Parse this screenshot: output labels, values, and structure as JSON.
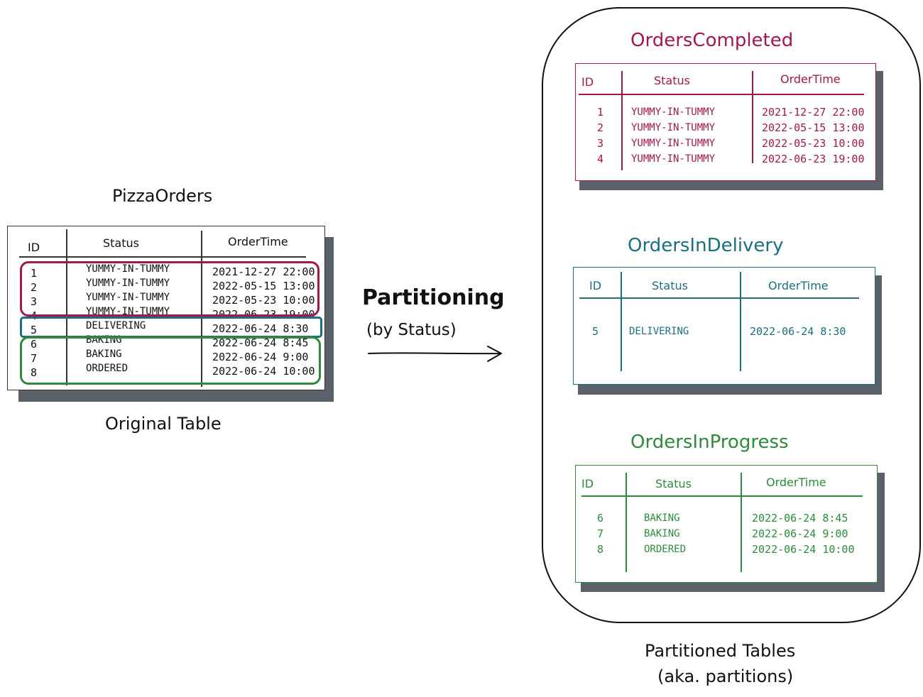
{
  "original": {
    "title": "PizzaOrders",
    "caption": "Original Table",
    "headers": {
      "id": "ID",
      "status": "Status",
      "time": "OrderTime"
    },
    "rows": [
      {
        "id": "1",
        "status": "YUMMY-IN-TUMMY",
        "time": "2021-12-27 22:00"
      },
      {
        "id": "2",
        "status": "YUMMY-IN-TUMMY",
        "time": "2022-05-15 13:00"
      },
      {
        "id": "3",
        "status": "YUMMY-IN-TUMMY",
        "time": "2022-05-23 10:00"
      },
      {
        "id": "4",
        "status": "YUMMY-IN-TUMMY",
        "time": "2022-06-23 19:00"
      },
      {
        "id": "5",
        "status": "DELIVERING",
        "time": "2022-06-24 8:30"
      },
      {
        "id": "6",
        "status": "BAKING",
        "time": "2022-06-24 8:45"
      },
      {
        "id": "7",
        "status": "BAKING",
        "time": "2022-06-24 9:00"
      },
      {
        "id": "8",
        "status": "ORDERED",
        "time": "2022-06-24 10:00"
      }
    ]
  },
  "arrow": {
    "label": "Partitioning",
    "sublabel": "(by Status)"
  },
  "partitions_caption": {
    "line1": "Partitioned Tables",
    "line2": "(aka. partitions)"
  },
  "partitions": [
    {
      "title": "OrdersCompleted",
      "color": "#a3174f",
      "headers": {
        "id": "ID",
        "status": "Status",
        "time": "OrderTime"
      },
      "rows": [
        {
          "id": "1",
          "status": "YUMMY-IN-TUMMY",
          "time": "2021-12-27 22:00"
        },
        {
          "id": "2",
          "status": "YUMMY-IN-TUMMY",
          "time": "2022-05-15 13:00"
        },
        {
          "id": "3",
          "status": "YUMMY-IN-TUMMY",
          "time": "2022-05-23 10:00"
        },
        {
          "id": "4",
          "status": "YUMMY-IN-TUMMY",
          "time": "2022-06-23 19:00"
        }
      ]
    },
    {
      "title": "OrdersInDelivery",
      "color": "#1b6f80",
      "headers": {
        "id": "ID",
        "status": "Status",
        "time": "OrderTime"
      },
      "rows": [
        {
          "id": "5",
          "status": "DELIVERING",
          "time": "2022-06-24 8:30"
        }
      ]
    },
    {
      "title": "OrdersInProgress",
      "color": "#2e8b3c",
      "headers": {
        "id": "ID",
        "status": "Status",
        "time": "OrderTime"
      },
      "rows": [
        {
          "id": "6",
          "status": "BAKING",
          "time": "2022-06-24 8:45"
        },
        {
          "id": "7",
          "status": "BAKING",
          "time": "2022-06-24 9:00"
        },
        {
          "id": "8",
          "status": "ORDERED",
          "time": "2022-06-24 10:00"
        }
      ]
    }
  ]
}
